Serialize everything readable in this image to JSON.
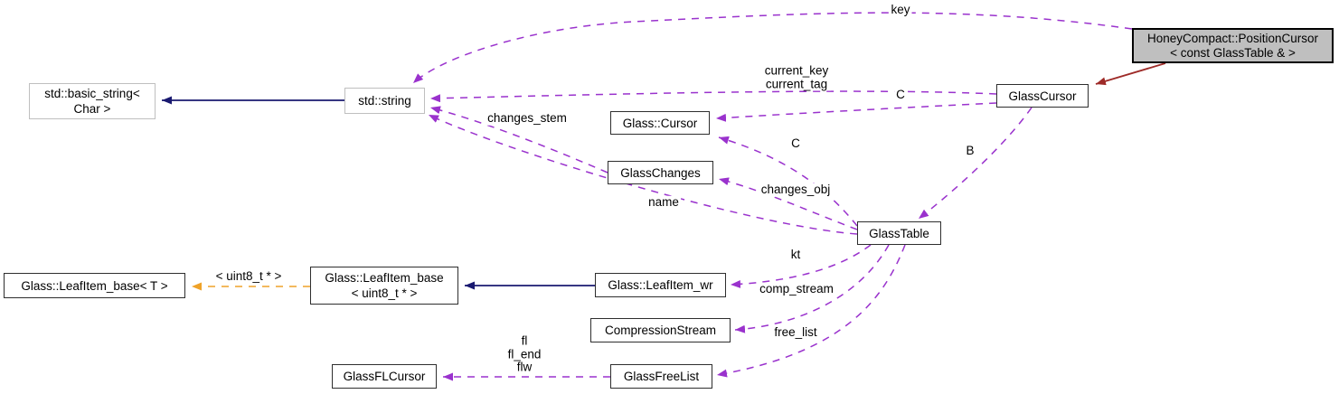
{
  "nodes": {
    "std_basic_string": {
      "label": "std::basic_string<\nChar >"
    },
    "std_string": {
      "label": "std::string"
    },
    "honeycompact_position_cursor": {
      "label": "HoneyCompact::PositionCursor\n< const GlassTable & >"
    },
    "glass_cursor": {
      "label": "GlassCursor"
    },
    "glass_cursor_class": {
      "label": "Glass::Cursor"
    },
    "glass_changes": {
      "label": "GlassChanges"
    },
    "glass_table": {
      "label": "GlassTable"
    },
    "glass_leafitem_base_t": {
      "label": "Glass::LeafItem_base< T >"
    },
    "glass_leafitem_base_uint8": {
      "label": "Glass::LeafItem_base\n< uint8_t * >"
    },
    "glass_leafitem_wr": {
      "label": "Glass::LeafItem_wr"
    },
    "compression_stream": {
      "label": "CompressionStream"
    },
    "glass_fl_cursor": {
      "label": "GlassFLCursor"
    },
    "glass_free_list": {
      "label": "GlassFreeList"
    }
  },
  "edge_labels": {
    "key": "key",
    "current_key_tag": "current_key\ncurrent_tag",
    "c_from_glasscursor": "C",
    "c_from_glasstable": "C",
    "b": "B",
    "changes_stem": "changes_stem",
    "changes_obj": "changes_obj",
    "name": "name",
    "kt": "kt",
    "comp_stream": "comp_stream",
    "free_list": "free_list",
    "fl_group": "fl\nfl_end\nflw",
    "template_args": "< uint8_t * >"
  },
  "colors": {
    "usage_edge": "#9a32cd",
    "template_edge": "#efa228",
    "public_inheritance_edge": "#191970",
    "private_inheritance_edge": "#9e2b28",
    "focus_node_fill": "#bfbfbf",
    "node_fill": "#ffffff",
    "node_border": "#2e2e2e",
    "external_node_border": "#bfbfbf"
  }
}
